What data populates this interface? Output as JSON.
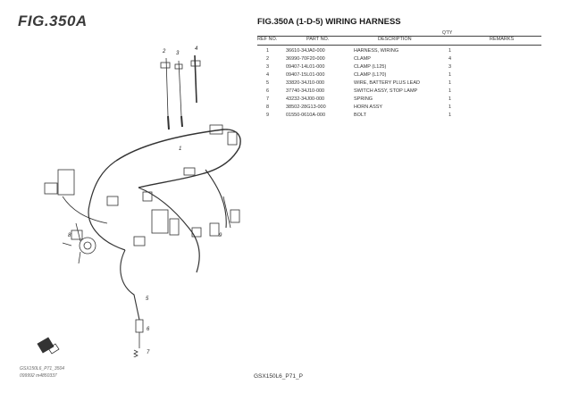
{
  "figure": {
    "label": "FIG.350A"
  },
  "header": {
    "title": "FIG.350A (1-D-5) WIRING HARNESS",
    "qty_label": "Q'TY",
    "columns": {
      "ref_no": "REF NO.",
      "part_no": "PART NO.",
      "description": "DESCRIPTION",
      "remarks": "REMARKS"
    }
  },
  "parts": [
    {
      "ref": "1",
      "part_no": "36610-34JA0-000",
      "description": "HARNESS, WIRING",
      "qty": "1",
      "remarks": ""
    },
    {
      "ref": "2",
      "part_no": "36990-70F20-000",
      "description": "CLAMP",
      "qty": "4",
      "remarks": ""
    },
    {
      "ref": "3",
      "part_no": "09407-14L01-000",
      "description": "CLAMP (L125)",
      "qty": "3",
      "remarks": ""
    },
    {
      "ref": "4",
      "part_no": "09407-15L01-000",
      "description": "CLAMP (L170)",
      "qty": "1",
      "remarks": ""
    },
    {
      "ref": "5",
      "part_no": "33820-34J10-000",
      "description": "WIRE, BATTERY PLUS LEAD",
      "qty": "1",
      "remarks": ""
    },
    {
      "ref": "6",
      "part_no": "37740-34J10-000",
      "description": "SWITCH ASSY, STOP LAMP",
      "qty": "1",
      "remarks": ""
    },
    {
      "ref": "7",
      "part_no": "43232-34J00-000",
      "description": "SPRING",
      "qty": "1",
      "remarks": ""
    },
    {
      "ref": "8",
      "part_no": "38502-28G13-000",
      "description": "HORN ASSY",
      "qty": "1",
      "remarks": ""
    },
    {
      "ref": "9",
      "part_no": "01550-0610A-000",
      "description": "BOLT",
      "qty": "1",
      "remarks": ""
    }
  ],
  "diagram": {
    "callouts": {
      "c1": "1",
      "c2": "2",
      "c3": "3",
      "c4": "4",
      "c5": "5",
      "c6": "6",
      "c7": "7",
      "c8": "8",
      "c9": "9"
    }
  },
  "footer": {
    "left_line1": "GSX150L6_P71_3504",
    "left_line2": "099992 m4850337",
    "right": "GSX150L6_P71_P"
  }
}
